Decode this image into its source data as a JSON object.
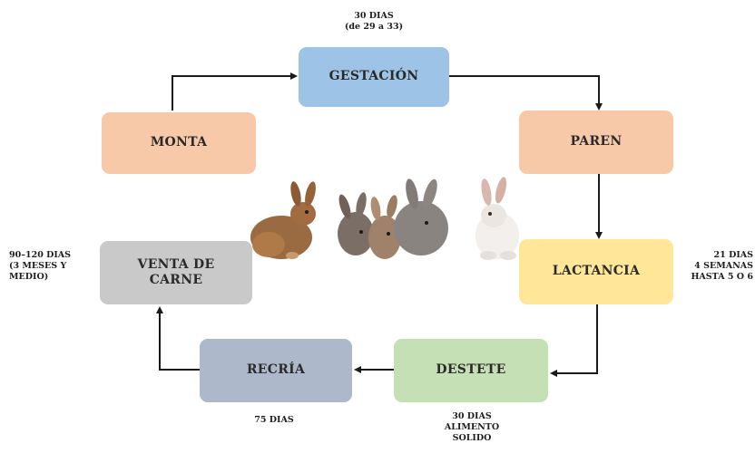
{
  "stages": {
    "gestacion": {
      "label": "GESTACIÓN",
      "color": "#9dc3e6"
    },
    "paren": {
      "label": "PAREN",
      "color": "#f8c9a8"
    },
    "lactancia": {
      "label": "LACTANCIA",
      "color": "#ffe699"
    },
    "destete": {
      "label": "DESTETE",
      "color": "#c5e0b4"
    },
    "recria": {
      "label": "RECRÍA",
      "color": "#adb9ca"
    },
    "venta": {
      "label": "VENTA DE\nCARNE",
      "color": "#c9c9c9"
    },
    "monta": {
      "label": "MONTA",
      "color": "#f8c9a8"
    }
  },
  "notes": {
    "gestacion": "30 DIAS\n(de 29 a 33)",
    "lactancia": "21 DIAS\n4 SEMANAS\nHASTA 5 O 6",
    "destete": "30 DIAS\nALIMENTO\nSOLIDO",
    "recria": "75 DIAS",
    "venta": "90–120  DIAS\n(3  MESES  Y\nMEDIO)"
  },
  "colors": {
    "arrow": "#1a1a1a"
  }
}
